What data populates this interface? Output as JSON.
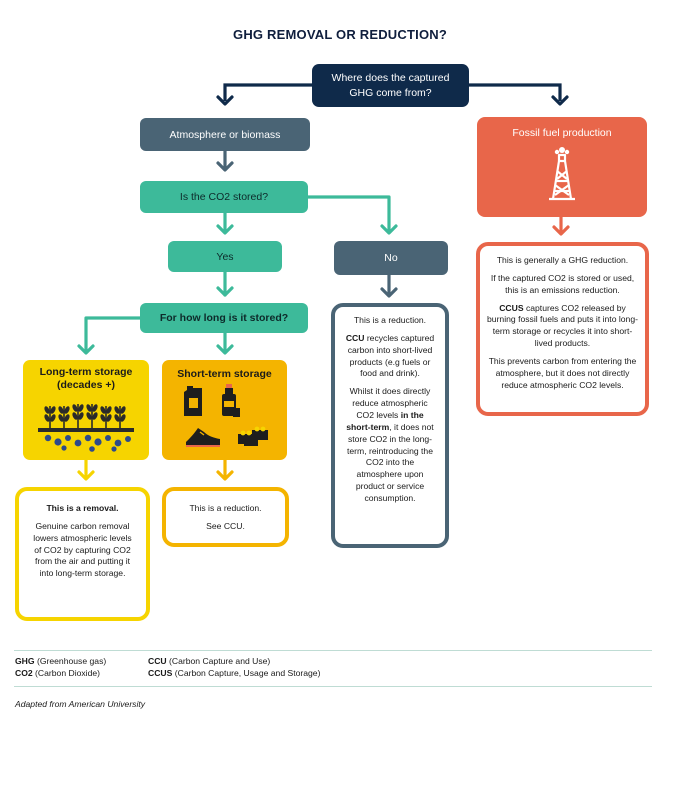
{
  "title": "GHG REMOVAL OR REDUCTION?",
  "main_question": "Where does the captured GHG come from?",
  "branches": {
    "atmosphere": "Atmosphere or biomass",
    "fossil": "Fossil fuel production"
  },
  "stored_question": "Is the CO2 stored?",
  "answers": {
    "yes": "Yes",
    "no": "No"
  },
  "duration_question": "For how long is it stored?",
  "storage": {
    "long_term": "Long-term storage (decades +)",
    "short_term": "Short-term storage"
  },
  "panels": {
    "no": {
      "line1": "This is a reduction.",
      "ccu_term": "CCU",
      "ccu_text": " recycles captured carbon into short-lived products (e.g fuels or food and drink).",
      "p3_a": "Whilst it does directly reduce atmospheric CO2 levels ",
      "p3_b": "in the short-term",
      "p3_c": ", it does not store CO2 in the long-term, reintroducing the CO2 into the atmosphere upon product or service consumption."
    },
    "fossil": {
      "line1": "This is generally a GHG reduction.",
      "line2": "If the captured CO2 is stored or used, this is an emissions reduction.",
      "ccus_term": "CCUS",
      "ccus_text": " captures CO2 released by burning fossil fuels and puts it into long-term storage or recycles it into short-lived products.",
      "line4": "This prevents carbon from entering the atmosphere, but it does not directly reduce atmospheric CO2 levels."
    },
    "long_term": {
      "heading": "This is a removal.",
      "body": "Genuine carbon removal lowers atmospheric levels of CO2 by capturing CO2 from the air and putting it into long-term storage."
    },
    "short_term": {
      "line1": "This is a reduction.",
      "line2": "See CCU."
    }
  },
  "legend": {
    "ghg_term": "GHG",
    "ghg_def": " (Greenhouse gas)",
    "co2_term": "CO2",
    "co2_def": " (Carbon Dioxide)",
    "ccu_term": "CCU",
    "ccu_def": " (Carbon Capture and Use)",
    "ccus_term": "CCUS",
    "ccus_def": " (Carbon Capture, Usage and Storage)"
  },
  "source": "Adapted from American University",
  "colors": {
    "navy": "#0f2a4a",
    "slate": "#4a6475",
    "teal": "#3dba9a",
    "coral": "#e8664a",
    "yellow": "#f6d400",
    "amber": "#f4b400"
  },
  "icons": [
    "oil-derrick-icon",
    "wheat-field-icon",
    "fuel-can-icon",
    "bottle-icon",
    "shoe-icon",
    "toy-bricks-icon"
  ]
}
